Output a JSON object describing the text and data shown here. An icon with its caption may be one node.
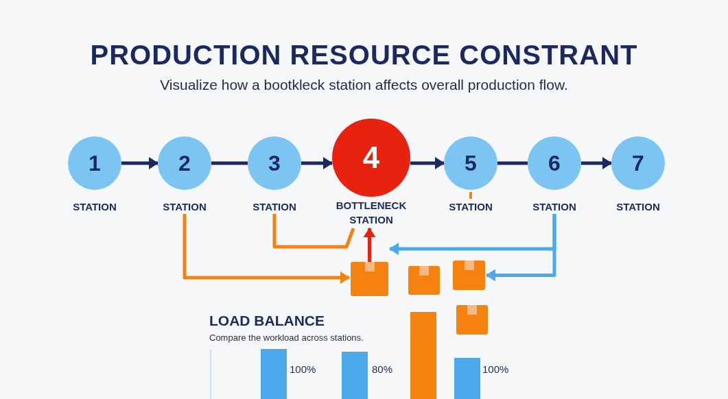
{
  "diagram": {
    "title": "PRODUCTION RESOURCE CONSTRANT",
    "caption": "Visualize how a bootkleck station affects overall production flow.",
    "nodes": [
      {
        "text": [
          "1"
        ],
        "beside": [
          "STATION"
        ]
      },
      {
        "text": [
          "2"
        ],
        "beside": [
          "STATION"
        ]
      },
      {
        "text": [
          "3"
        ],
        "beside": [
          "STATION"
        ]
      },
      {
        "text": [
          "4"
        ],
        "beside": [
          "BOTTLENECK STATION"
        ]
      },
      {
        "text": [
          "5"
        ],
        "beside": [
          "STATION"
        ]
      },
      {
        "text": [
          "6"
        ],
        "beside": [
          "STATION"
        ]
      },
      {
        "text": [
          "7"
        ],
        "beside": [
          "STATION"
        ]
      },
      {
        "text": [],
        "shape": "box"
      },
      {
        "text": [],
        "shape": "box"
      },
      {
        "text": [],
        "shape": "box"
      },
      {
        "text": [],
        "shape": "box"
      }
    ],
    "edges": [
      {
        "from": 0,
        "to": 1,
        "arrow": "to"
      },
      {
        "from": 1,
        "to": 2,
        "arrow": "none"
      },
      {
        "from": 2,
        "to": 3,
        "arrow": "to"
      },
      {
        "from": 3,
        "to": 4,
        "arrow": "to"
      },
      {
        "from": 4,
        "to": 5,
        "arrow": "none"
      },
      {
        "from": 5,
        "to": 6,
        "arrow": "to"
      },
      {
        "from": 1,
        "to": 7,
        "arrow": "to",
        "color": "#f5820f"
      },
      {
        "from": 2,
        "to": 3,
        "arrow": "none",
        "color": "#f5820f"
      },
      {
        "from": 7,
        "to": 3,
        "arrow": "to",
        "color": "#e8220f"
      },
      {
        "from": 5,
        "to": 7,
        "arrow": "to",
        "color": "#4aaaeb"
      },
      {
        "from": 5,
        "to": 9,
        "arrow": "to",
        "color": "#4aaaeb"
      }
    ],
    "labels": [
      "LOAD BALANCE",
      "Compare the workload across stations.",
      "100%",
      "80%",
      "100%"
    ]
  }
}
